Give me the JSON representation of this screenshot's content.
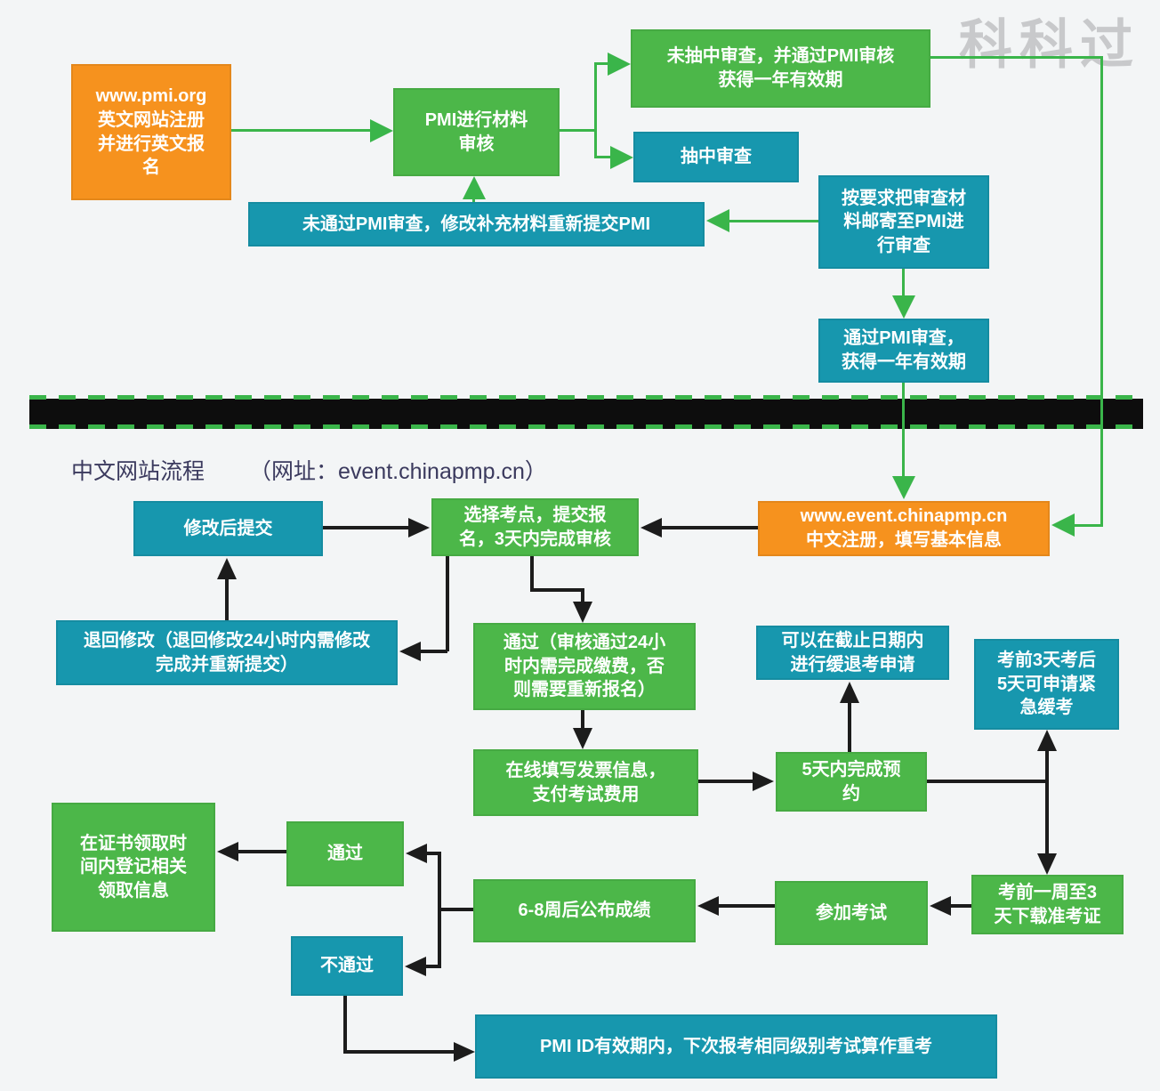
{
  "watermark": "科科过",
  "chinese_section": {
    "label": "中文网站流程",
    "url_note": "（网址：event.chinapmp.cn）"
  },
  "nodes": {
    "english_register": {
      "label": "www.pmi.org\n英文网站注册\n并进行英文报\n名"
    },
    "pmi_review": {
      "label": "PMI进行材料\n审核"
    },
    "not_selected": {
      "label": "未抽中审查，并通过PMI审核\n获得一年有效期"
    },
    "selected": {
      "label": "抽中审查"
    },
    "mail_materials": {
      "label": "按要求把审查材\n料邮寄至PMI进\n行审查"
    },
    "not_pass_pmi": {
      "label": "未通过PMI审查，修改补充材料重新提交PMI"
    },
    "pass_pmi": {
      "label": "通过PMI审查，\n获得一年有效期"
    },
    "cn_register": {
      "label": "www.event.chinapmp.cn\n中文注册，填写基本信息"
    },
    "choose_site": {
      "label": "选择考点，提交报\n名，3天内完成审核"
    },
    "resubmit": {
      "label": "修改后提交"
    },
    "return_modify": {
      "label": "退回修改（退回修改24小时内需修改\n完成并重新提交）"
    },
    "pass_review": {
      "label": "通过（审核通过24小\n时内需完成缴费，否\n则需要重新报名）"
    },
    "defer_apply": {
      "label": "可以在截止日期内\n进行缓退考申请"
    },
    "urgent_defer": {
      "label": "考前3天考后\n5天可申请紧\n急缓考"
    },
    "invoice_pay": {
      "label": "在线填写发票信息，\n支付考试费用"
    },
    "book_exam": {
      "label": "5天内完成预\n约"
    },
    "cert_info": {
      "label": "在证书领取时\n间内登记相关\n领取信息"
    },
    "pass_result": {
      "label": "通过"
    },
    "score": {
      "label": "6-8周后公布成绩"
    },
    "take_exam": {
      "label": "参加考试"
    },
    "download_ticket": {
      "label": "考前一周至3\n天下载准考证"
    },
    "not_pass_result": {
      "label": "不通过"
    },
    "retake": {
      "label": "PMI ID有效期内，下次报考相同级别考试算作重考"
    }
  },
  "colors": {
    "green_box": "#4cb749",
    "teal_box": "#1797ae",
    "orange_box": "#f6921e",
    "arrow_green": "#3ab54a",
    "arrow_black": "#1c1c1c",
    "divider_band": "#0d0d0d",
    "watermark_gray": "#c8c9cb",
    "label_navy": "#3b3a5e",
    "background": "#f3f5f6"
  }
}
